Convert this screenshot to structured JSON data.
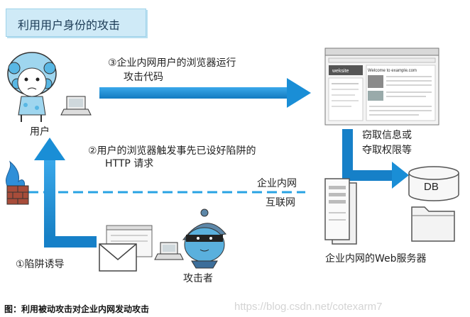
{
  "title": "利用用户身份的攻击",
  "step3": {
    "line1": "③企业内网用户的浏览器运行",
    "line2": "攻击代码"
  },
  "step2": {
    "line1": "②用户的浏览器触发事先已设好陷阱的",
    "line2": "HTTP 请求"
  },
  "step1": "①陷阱诱导",
  "user_label": "用户",
  "attacker_label": "攻击者",
  "steal_label": {
    "line1": "窃取信息或",
    "line2": "夺取权限等"
  },
  "db_label": "DB",
  "intranet_label": "企业内网",
  "internet_label": "互联网",
  "server_label": "企业内网的Web服务器",
  "browser_site_title": "Welcome to example.com",
  "browser_site_logo": "weksite",
  "caption": "图：利用被动攻击对企业内网发动攻击",
  "watermark": "https://blog.csdn.net/cotexarm7",
  "colors": {
    "arrow": "#1a8ed6",
    "arrow_dark": "#1470ad",
    "title_bg": "#cfeaf7",
    "dashed_line": "#29a3e3"
  }
}
